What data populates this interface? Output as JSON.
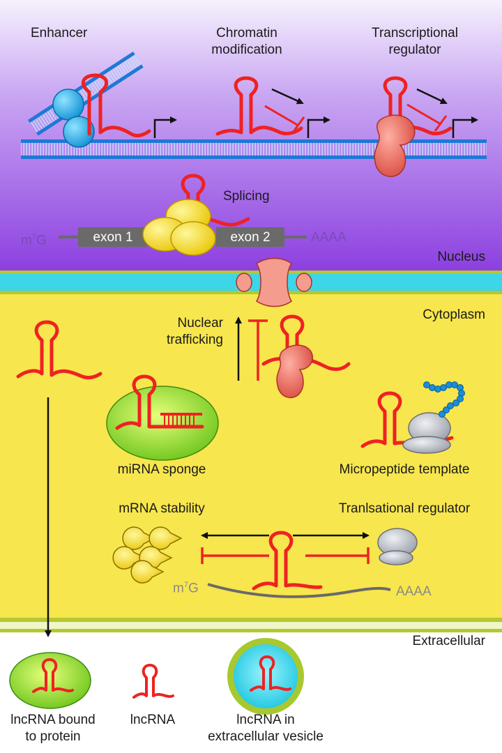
{
  "labels": {
    "enhancer": "Enhancer",
    "chromatin_1": "Chromatin",
    "chromatin_2": "modification",
    "transcriptional_1": "Transcriptional",
    "transcriptional_2": "regulator",
    "splicing": "Splicing",
    "cap": "m",
    "cap_sup": "7",
    "cap_g": "G",
    "exon1": "exon 1",
    "exon2": "exon 2",
    "polya": "AAAA",
    "nucleus": "Nucleus",
    "cytoplasm": "Cytoplasm",
    "nuclear_1": "Nuclear",
    "nuclear_2": "trafficking",
    "mirna_sponge": "miRNA sponge",
    "micropeptide": "Micropeptide template",
    "mrna_stability": "mRNA stability",
    "translational": "Tranlsational regulator",
    "extracellular": "Extracellular",
    "bound_1": "lncRNA bound",
    "bound_2": "to protein",
    "lncrna": "lncRNA",
    "vesicle_1": "lncRNA in",
    "vesicle_2": "extracellular vesicle"
  },
  "colors": {
    "nucleus_top": "#f4eefc",
    "nucleus_bottom": "#8c3fe0",
    "cytoplasm": "#f7e64d",
    "membrane_cyan": "#3cd6e8",
    "membrane_green": "#a6c22a",
    "rna": "#ee2222",
    "dna": "#1e78d8",
    "protein": "#e65c50",
    "spliceosome": "#f2d400",
    "exon": "#6a6a6a",
    "ribosome": "#b6b9c2",
    "green_vesicle": "#7fcd1a"
  }
}
